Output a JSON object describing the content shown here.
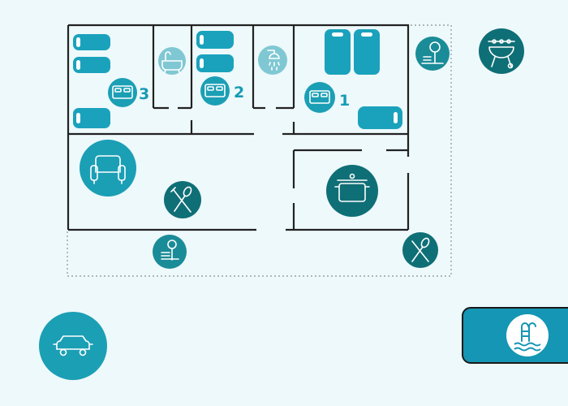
{
  "colors": {
    "background": "#eef9fb",
    "wall": "#222222",
    "bed": "#1aa2bc",
    "circle_teal": "#1b9fb5",
    "circle_dark": "#0f6f76",
    "circle_mid": "#1a8c98",
    "circle_light": "#7fc8d3",
    "pool_panel": "#1496b4"
  },
  "rooms": {
    "bedroom_1": {
      "number": "1",
      "icon": "double-bed-icon"
    },
    "bedroom_2": {
      "number": "2",
      "icon": "double-bed-icon"
    },
    "bedroom_3": {
      "number": "3",
      "icon": "double-bed-icon"
    }
  },
  "icons": {
    "bathtub": "bathtub-icon",
    "shower": "shower-icon",
    "sofa": "armchair-icon",
    "dining": "fork-spoon-icon",
    "kitchen": "cooking-pot-icon",
    "terrace_garden": "garden-bench-icon",
    "terrace_dining": "fork-spoon-icon",
    "garden": "garden-tree-icon",
    "bbq": "barbecue-grill-icon",
    "parking": "car-icon",
    "pool": "pool-ladder-icon"
  }
}
